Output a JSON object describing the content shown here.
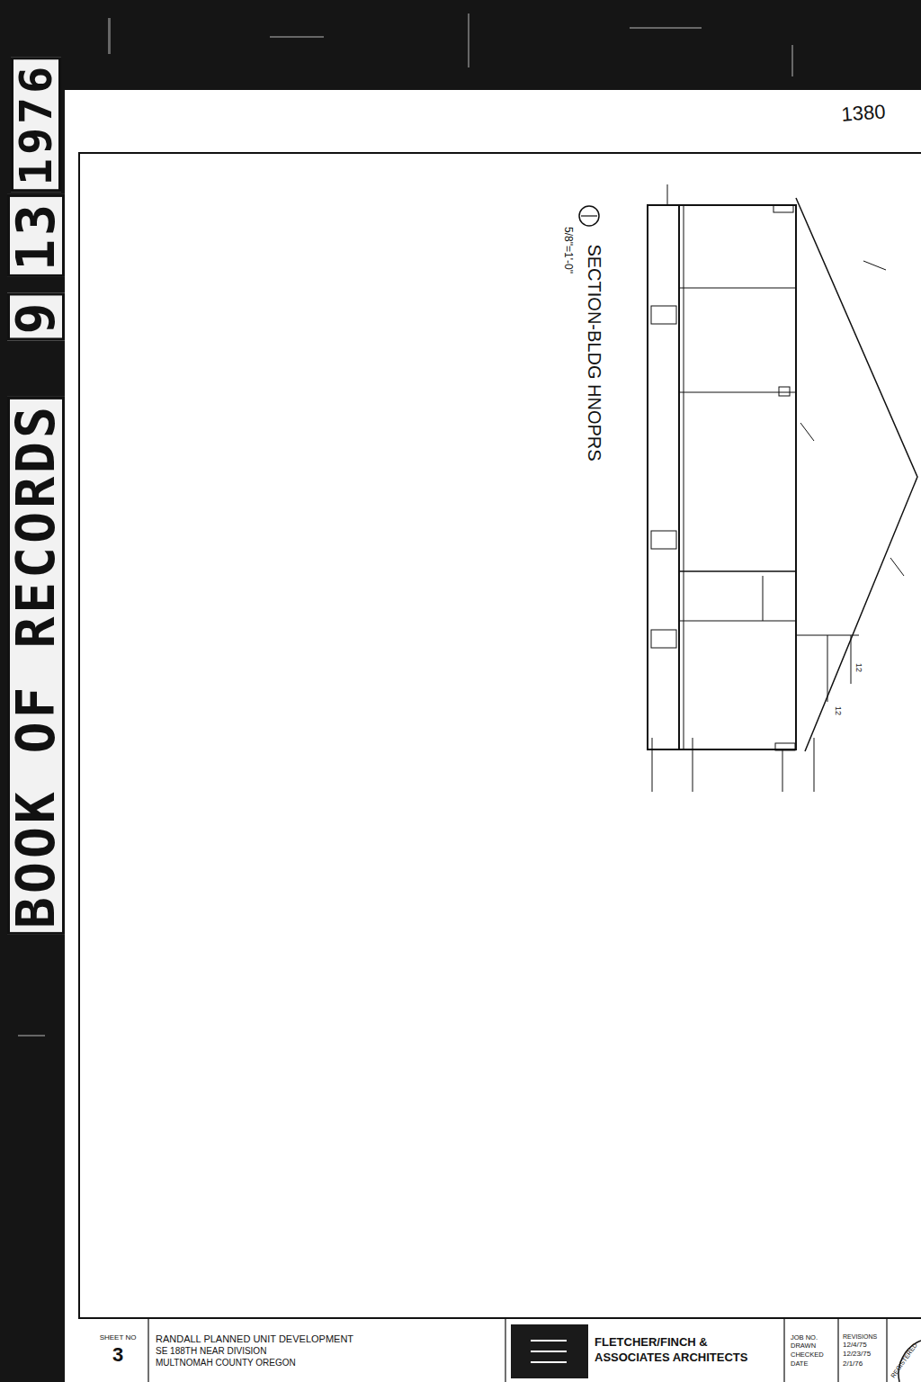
{
  "diagram": {
    "nodes": [
      {
        "text": [
          "SHEET NO",
          "3"
        ]
      },
      {
        "text": [
          "RANDALL PLANNED UNIT DEVELOPMENT",
          "SE 188TH NEAR DIVISION",
          "MULTNOMAH COUNTY OREGON"
        ]
      },
      {
        "text": [
          "FLETCHER/FINCH & ASSOCIATES ARCHITECTS"
        ]
      },
      {
        "text": [
          "JOB NO.",
          "DRAWN",
          "CHECKED",
          "DATE"
        ]
      },
      {
        "text": [
          "REVISIONS",
          "12/4/75",
          "12/23/75",
          "2/1/76"
        ]
      }
    ],
    "edges": [],
    "labels": [
      "BOOK OF RECORDS",
      "9",
      "13",
      "1976",
      "1380",
      "SECTION-BLDG HNOPRS",
      "5/8\"=1'-0\"",
      "12",
      "12",
      "REGISTERED"
    ]
  }
}
